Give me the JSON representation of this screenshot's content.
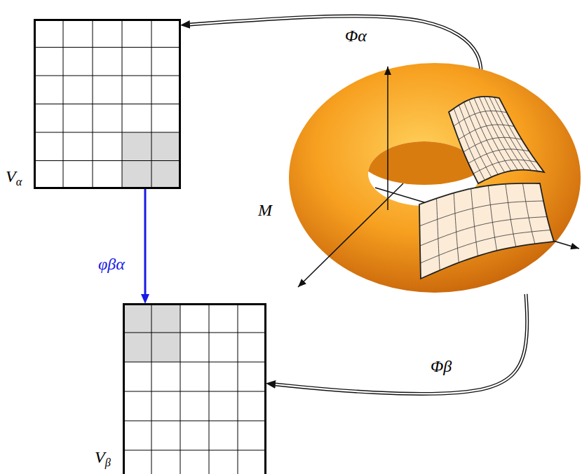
{
  "diagram": {
    "nodes": [
      {
        "text": [
          "Vα"
        ]
      },
      {
        "text": [
          "M"
        ]
      },
      {
        "text": [
          "Vβ"
        ]
      }
    ],
    "edges": [
      {
        "from": 1,
        "to": 0,
        "arrow": "to",
        "label": "Φα"
      },
      {
        "from": 0,
        "to": 2,
        "arrow": "to",
        "label": "φβα"
      },
      {
        "from": 1,
        "to": 2,
        "arrow": "to",
        "label": "Φβ"
      }
    ]
  }
}
